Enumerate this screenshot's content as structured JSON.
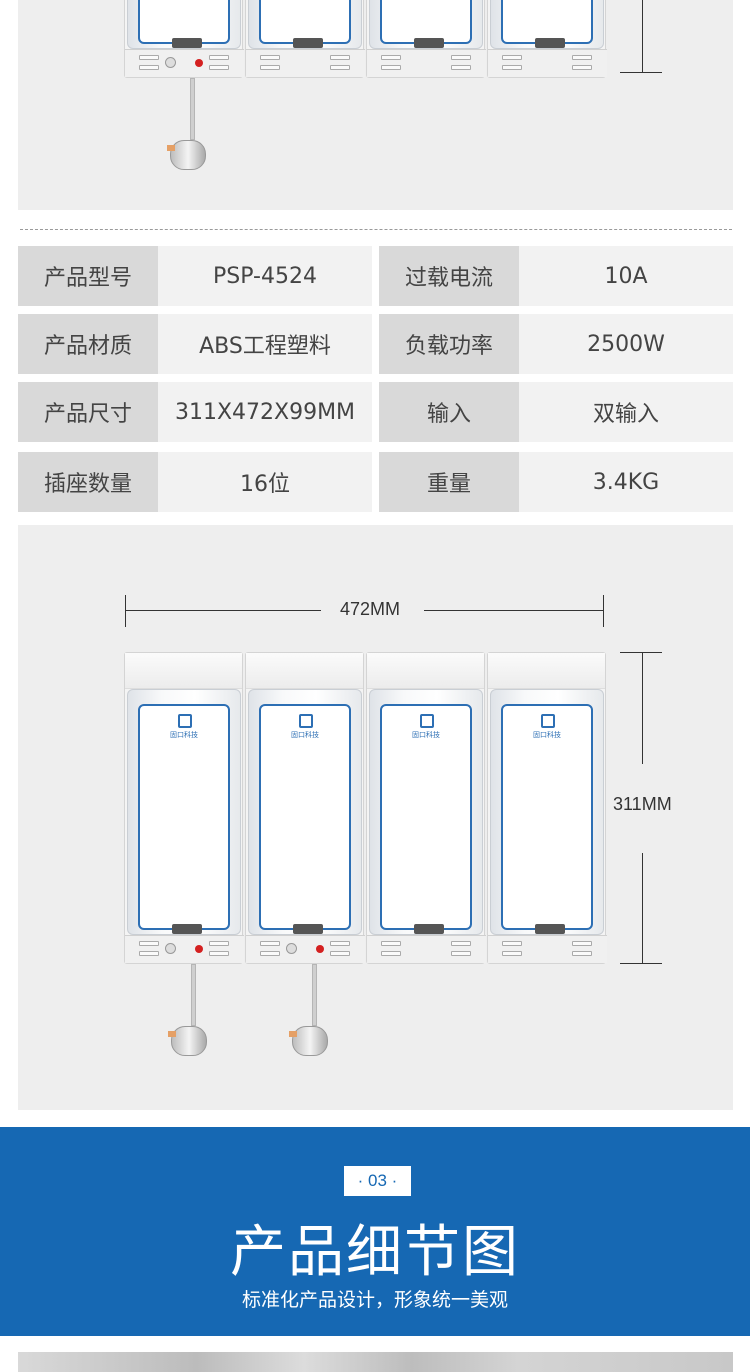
{
  "specs": {
    "rows": [
      {
        "label1": "产品型号",
        "value1": "PSP-4524",
        "label2": "过载电流",
        "value2": "10A"
      },
      {
        "label1": "产品材质",
        "value1": "ABS工程塑料",
        "label2": "负载功率",
        "value2": "2500W"
      },
      {
        "label1": "产品尺寸",
        "value1": "311X472X99MM",
        "label2": "输入",
        "value2": "双输入"
      },
      {
        "label1": "插座数量",
        "value1": "16位",
        "label2": "重量",
        "value2": "3.4KG"
      }
    ]
  },
  "dimensions": {
    "width_label": "472MM",
    "height_label": "311MM"
  },
  "product": {
    "module_logo_text": "固口科技"
  },
  "section": {
    "badge": "· 03 ·",
    "title": "产品细节图",
    "subtitle": "标准化产品设计，形象统一美观"
  },
  "colors": {
    "accent_blue": "#1668b3",
    "panel_gray": "#eeeeee",
    "led_red": "#d42020"
  }
}
